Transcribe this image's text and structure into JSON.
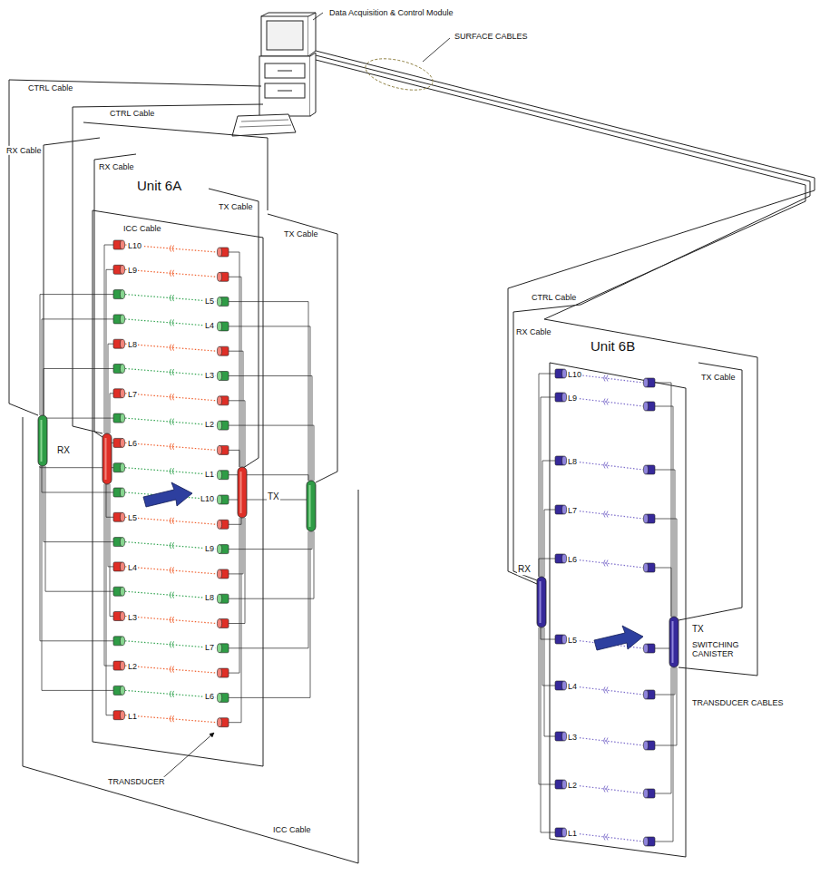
{
  "diagram": {
    "labels": [
      "Data Acquisition & Control Module",
      "SURFACE CABLES",
      "CTRL Cable",
      "CTRL Cable",
      "RX Cable",
      "RX Cable",
      "Unit 6A",
      "TX Cable",
      "ICC Cable",
      "TX Cable",
      "L10",
      "L9",
      "L5",
      "L4",
      "L8",
      "L3",
      "L7",
      "L2",
      "L6",
      "L1",
      "L10",
      "L5",
      "L9",
      "L4",
      "L8",
      "L3",
      "L7",
      "L2",
      "L6",
      "L1",
      "RX",
      "TX",
      "TRANSDUCER",
      "ICC Cable",
      "CTRL Cable",
      "RX Cable",
      "Unit 6B",
      "TX Cable",
      "L10",
      "L9",
      "L8",
      "L7",
      "L6",
      "L5",
      "L4",
      "L3",
      "L2",
      "L1",
      "RX",
      "SWITCHING CANISTER",
      "TX",
      "TRANSDUCER CABLES"
    ]
  }
}
